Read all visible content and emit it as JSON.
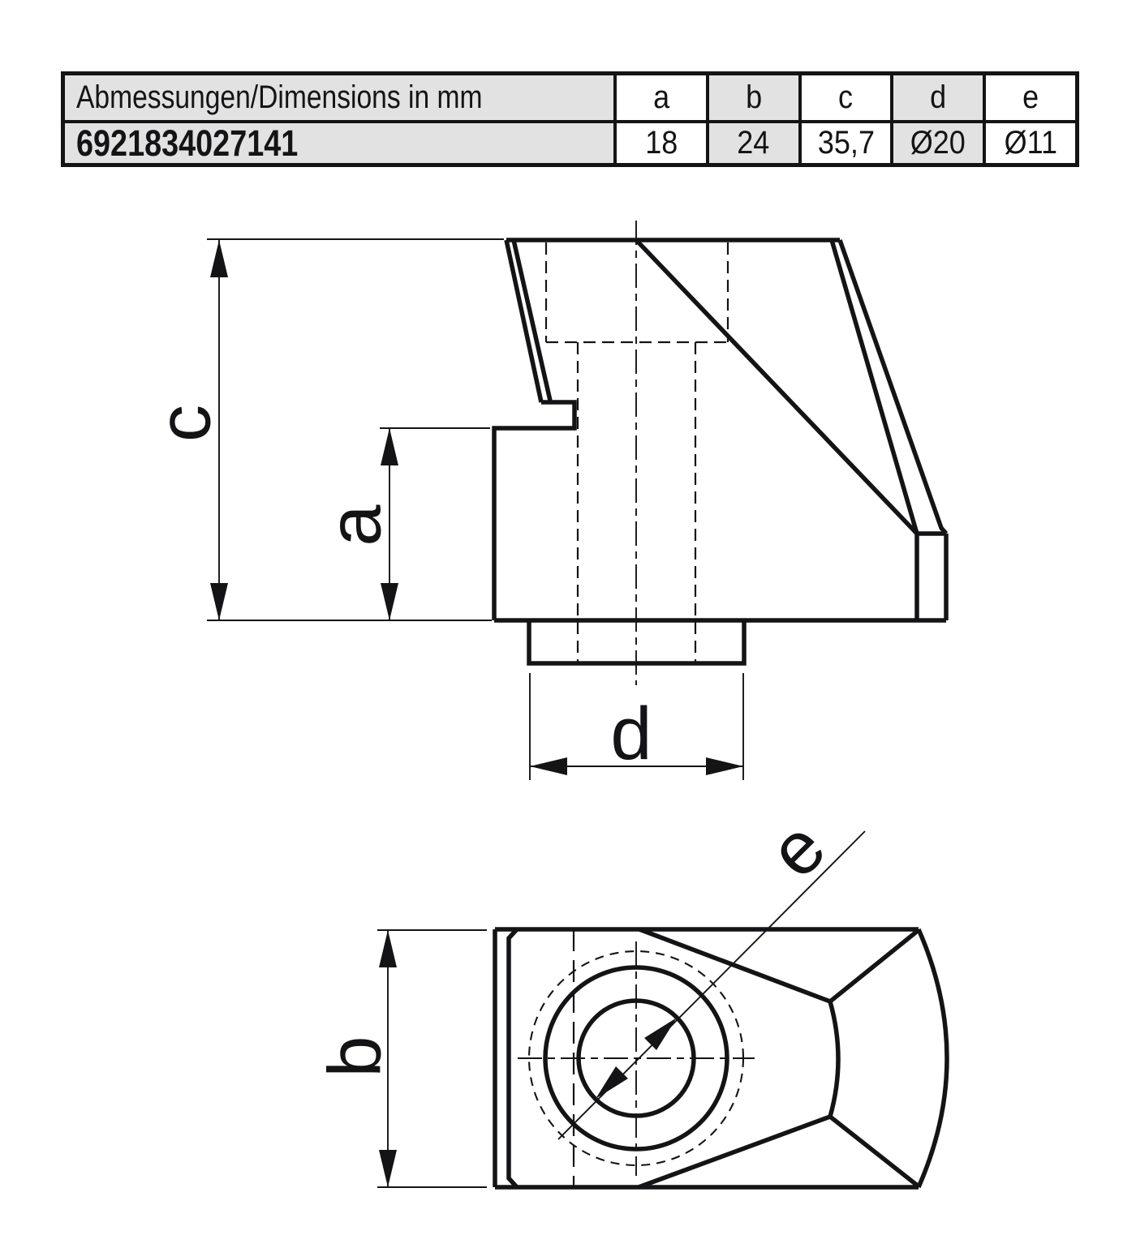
{
  "table": {
    "header_label": "Abmessungen/Dimensions in mm",
    "columns": [
      "a",
      "b",
      "c",
      "d",
      "e"
    ],
    "row": {
      "id": "6921834027141",
      "values": [
        "18",
        "24",
        "35,7",
        "Ø20",
        "Ø11"
      ]
    }
  },
  "drawing": {
    "dim_labels": {
      "a": "a",
      "b": "b",
      "c": "c",
      "d": "d",
      "e": "e"
    }
  },
  "colors": {
    "line": "#141417",
    "table_fill": "#e2e2e2",
    "background": "#ffffff"
  }
}
